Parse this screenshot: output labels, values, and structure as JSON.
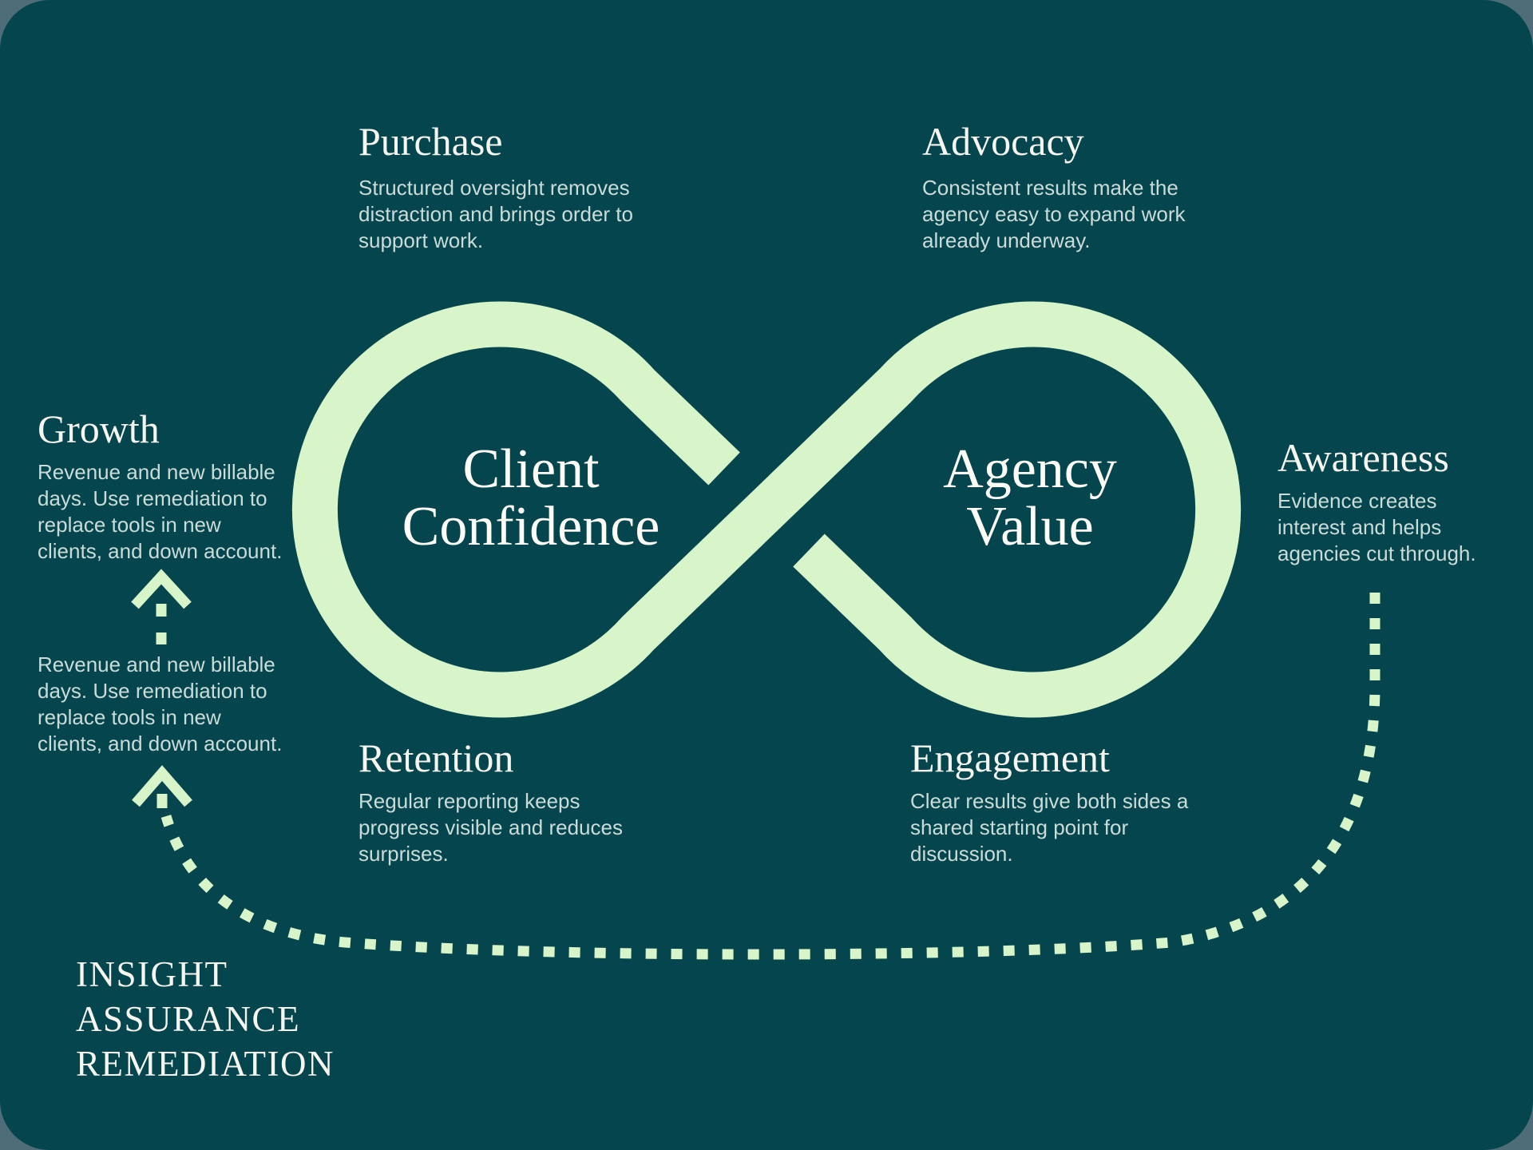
{
  "colors": {
    "bg_outer": "#4f6d78",
    "panel_bg": "#05454e",
    "accent_green": "#d7f5c9",
    "heading_color": "#f6f6ef",
    "body_color": "#c9dcd8",
    "loop_label_color": "#fdfdf6"
  },
  "infinity": {
    "left_loop": {
      "line1": "Client",
      "line2": "Confidence"
    },
    "right_loop": {
      "line1": "Agency",
      "line2": "Value"
    }
  },
  "sections": {
    "purchase": {
      "title": "Purchase",
      "lines": [
        "Structured oversight removes",
        "distraction and brings order to",
        "support work."
      ]
    },
    "advocacy": {
      "title": "Advocacy",
      "lines": [
        "Consistent results make the",
        "agency easy to expand work",
        "already underway."
      ]
    },
    "growth": {
      "title": "Growth",
      "lines": [
        "Revenue and new billable",
        "days. Use remediation to",
        "replace tools in new",
        "clients, and down account."
      ]
    },
    "growth_repeat": {
      "lines": [
        "Revenue and new billable",
        "days. Use remediation to",
        "replace tools in new",
        "clients, and down account."
      ]
    },
    "awareness": {
      "title": "Awareness",
      "lines": [
        "Evidence creates",
        "interest and helps",
        "agencies cut through."
      ]
    },
    "retention": {
      "title": "Retention",
      "lines": [
        "Regular reporting keeps",
        "progress visible and reduces",
        "surprises."
      ]
    },
    "engagement": {
      "title": "Engagement",
      "lines": [
        "Clear results give both sides a",
        "shared starting point for",
        "discussion."
      ]
    }
  },
  "footer": {
    "lines": [
      "INSIGHT",
      "ASSURANCE",
      "REMEDIATION"
    ]
  }
}
